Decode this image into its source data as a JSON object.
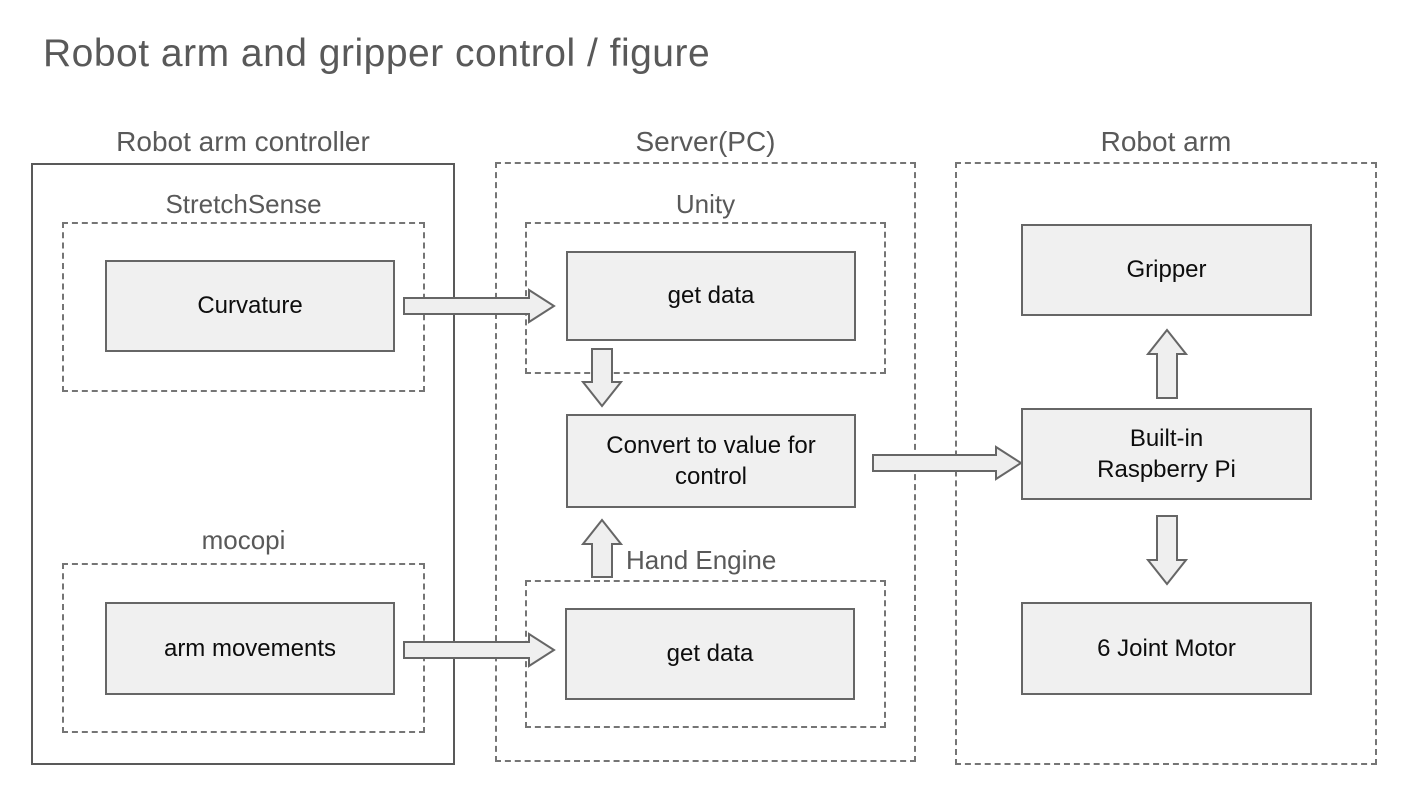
{
  "title": "Robot arm and gripper control / figure",
  "controller": {
    "heading": "Robot arm controller",
    "stretchsense_label": "StretchSense",
    "curvature": "Curvature",
    "mocopi_label": "mocopi",
    "arm_movements": "arm movements"
  },
  "server": {
    "heading": "Server(PC)",
    "unity_label": "Unity",
    "unity_get_data": "get data",
    "convert": "Convert to value for control",
    "hand_engine_label": "Hand Engine",
    "hand_engine_get_data": "get data"
  },
  "robot_arm": {
    "heading": "Robot arm",
    "gripper": "Gripper",
    "raspberry_pi": "Built-in\nRaspberry Pi",
    "joint_motor": "6 Joint Motor"
  },
  "arrows": [
    {
      "from": "Curvature",
      "to": "Unity get data",
      "direction": "right"
    },
    {
      "from": "arm movements",
      "to": "Hand Engine get data",
      "direction": "right"
    },
    {
      "from": "Unity get data",
      "to": "Convert to value for control",
      "direction": "down"
    },
    {
      "from": "Hand Engine get data",
      "to": "Convert to value for control",
      "direction": "up"
    },
    {
      "from": "Convert to value for control",
      "to": "Built-in Raspberry Pi",
      "direction": "right"
    },
    {
      "from": "Built-in Raspberry Pi",
      "to": "Gripper",
      "direction": "up"
    },
    {
      "from": "Built-in Raspberry Pi",
      "to": "6 Joint Motor",
      "direction": "down"
    }
  ],
  "colors": {
    "background": "#ffffff",
    "node_fill": "#f0f0f0",
    "node_border": "#666666",
    "container_border": "#595959",
    "dashed_border": "#757575",
    "heading_text": "#595959",
    "node_text": "#0d0d0d",
    "arrow_fill": "#efefef",
    "arrow_stroke": "#666666"
  }
}
